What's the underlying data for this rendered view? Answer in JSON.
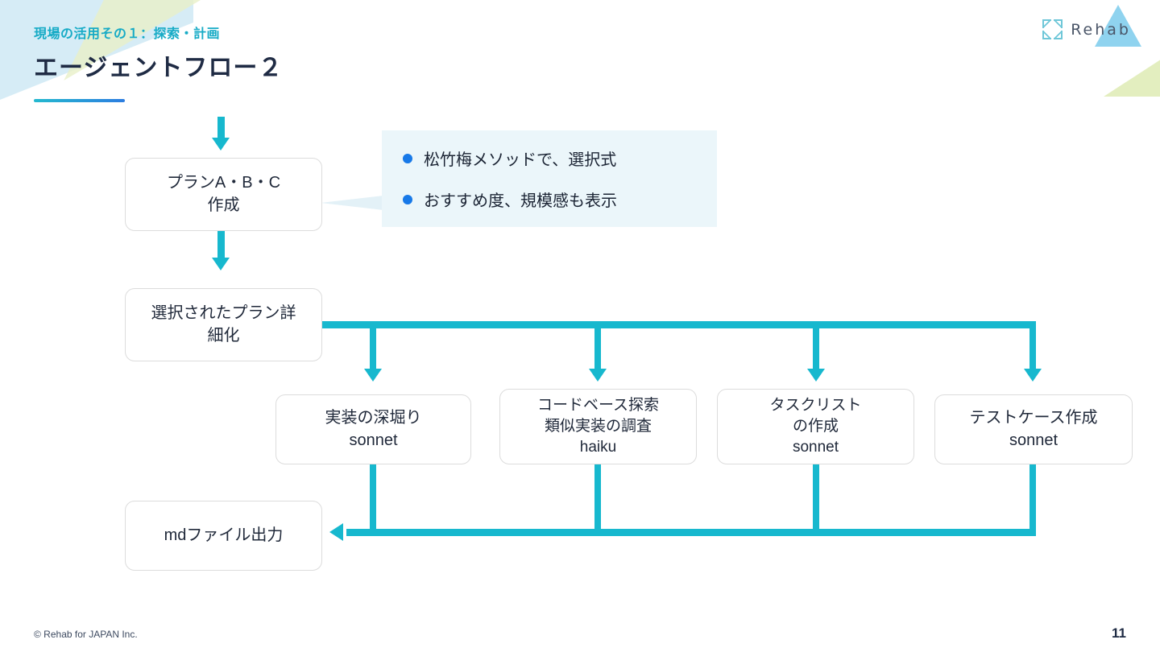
{
  "header": {
    "eyebrow": "現場の活用その１：探索・計画",
    "title": "エージェントフロー２",
    "accent_color": "#24B9CF"
  },
  "logo": {
    "wordmark": "Rehab",
    "mark_color": "#6fc7d8"
  },
  "flow": {
    "line_color": "#17B8CE",
    "node_border_color": "#dcdcdc",
    "nodes": [
      {
        "id": "plan-abc",
        "lines": [
          "プランA・B・C",
          "作成"
        ]
      },
      {
        "id": "plan-detail",
        "lines": [
          "選択されたプラン詳",
          "細化"
        ]
      },
      {
        "id": "impl-deepdive",
        "lines": [
          "実装の深堀り"
        ],
        "model": "sonnet"
      },
      {
        "id": "codebase-search",
        "lines": [
          "コードベース探索",
          "類似実装の調査"
        ],
        "model": "haiku"
      },
      {
        "id": "task-list",
        "lines": [
          "タスクリスト",
          "の作成"
        ],
        "model": "sonnet"
      },
      {
        "id": "test-case",
        "lines": [
          "テストケース作成"
        ],
        "model": "sonnet"
      },
      {
        "id": "md-output",
        "lines": [
          "mdファイル出力"
        ]
      }
    ]
  },
  "callout": {
    "background": "#ebf6fa",
    "bullet_color": "#1779e8",
    "items": [
      "松竹梅メソッドで、選択式",
      "おすすめ度、規模感も表示"
    ]
  },
  "footer": {
    "copyright": "© Rehab for JAPAN Inc.",
    "page_number": "11"
  }
}
